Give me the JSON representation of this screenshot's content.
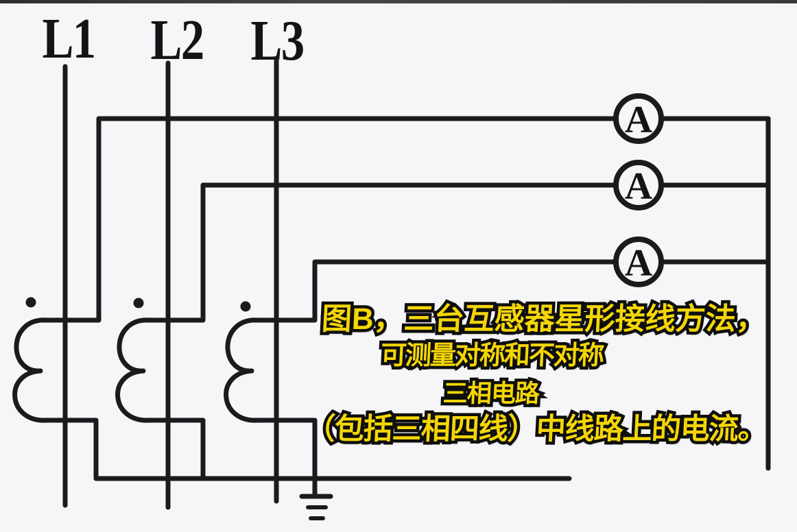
{
  "page": {
    "background_color": "#f6f5f8",
    "top_strip_color": "#39393b",
    "wire_color": "#1b1b1d"
  },
  "diagram": {
    "type": "electrical-wiring-diagram",
    "subject": "three current transformers in star (wye) connection with three ammeters",
    "phase_labels": [
      {
        "label": "L1"
      },
      {
        "label": "L2"
      },
      {
        "label": "L3"
      }
    ],
    "ammeters": [
      {
        "label": "A"
      },
      {
        "label": "A"
      },
      {
        "label": "A"
      }
    ],
    "transformers": [
      {
        "name": "current-transformer-1",
        "phase": "L1",
        "polarity_dot": true
      },
      {
        "name": "current-transformer-2",
        "phase": "L2",
        "polarity_dot": true
      },
      {
        "name": "current-transformer-3",
        "phase": "L3",
        "polarity_dot": true
      }
    ],
    "icons": {
      "ground": "earth-ground-icon",
      "polarity_mark": "dot"
    }
  },
  "caption": {
    "fill_color": "#f4d605",
    "outline_color": "#0e0e0e",
    "lines": [
      "图B，三台互感器星形接线方法，",
      "可测量对称和不对称",
      "三相电路",
      "（包括三相四线）中线路上的电流。"
    ]
  }
}
